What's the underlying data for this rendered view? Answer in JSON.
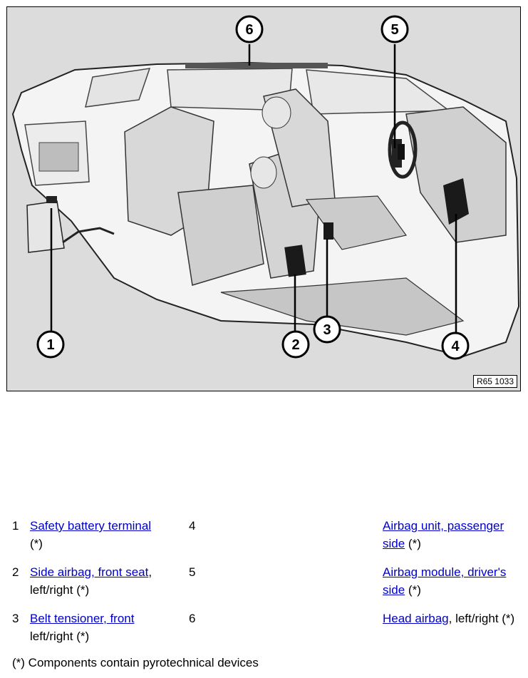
{
  "figure": {
    "id_label": "R65 1033",
    "callouts": [
      "1",
      "2",
      "3",
      "4",
      "5",
      "6"
    ]
  },
  "legend": {
    "rows": [
      {
        "left_num": "1",
        "left_link": "Safety battery terminal",
        "left_rest": "",
        "left_note": "(*)",
        "right_num": "4",
        "right_link": "Airbag unit, passenger side",
        "right_rest": " (*)"
      },
      {
        "left_num": "2",
        "left_link": "Side airbag, front seat",
        "left_rest": ",",
        "left_note": "left/right (*)",
        "right_num": "5",
        "right_link": "Airbag module, driver's side",
        "right_rest": " (*)"
      },
      {
        "left_num": "3",
        "left_link": "Belt tensioner, front",
        "left_rest": "",
        "left_note": "left/right (*)",
        "right_num": "6",
        "right_link": "Head airbag",
        "right_rest": ", left/right (*)"
      }
    ],
    "footnote": "(*) Components contain pyrotechnical devices"
  }
}
